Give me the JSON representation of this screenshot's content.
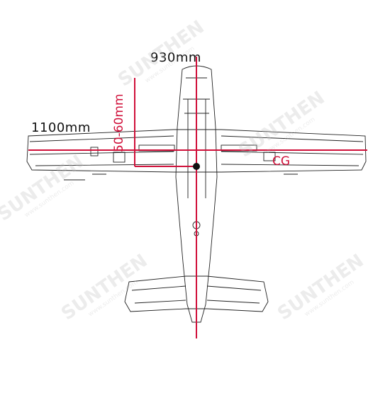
{
  "labels": {
    "wingspan": "1100mm",
    "length": "930mm",
    "cg_range": "50-60mm",
    "cg": "CG"
  },
  "watermark": {
    "text": "SUNTHEN",
    "sub": "www.sunthen.com"
  },
  "colors": {
    "line": "#111111",
    "dimension": "#d0103a",
    "watermark": "#bdbdbd"
  }
}
